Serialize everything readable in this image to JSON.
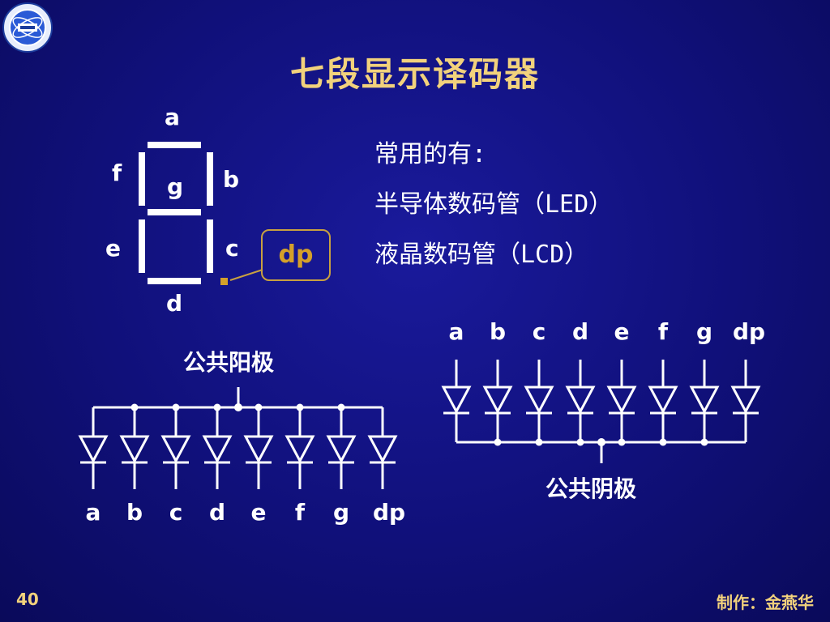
{
  "title": "七段显示译码器",
  "segment_labels": {
    "a": "a",
    "b": "b",
    "c": "c",
    "d": "d",
    "e": "e",
    "f": "f",
    "g": "g"
  },
  "dp_callout": "dp",
  "text_lines": [
    "常用的有:",
    "半导体数码管（LED）",
    "液晶数码管（LCD）"
  ],
  "anode_label": "公共阳极",
  "cathode_label": "公共阴极",
  "anode_pins": [
    "a",
    "b",
    "c",
    "d",
    "e",
    "f",
    "g",
    "dp"
  ],
  "cathode_pins": [
    "a",
    "b",
    "c",
    "d",
    "e",
    "f",
    "g",
    "dp"
  ],
  "page_number": "40",
  "author": "制作：金燕华",
  "colors": {
    "background": "#10107a",
    "title": "#f2d27c",
    "accent": "#d4a02a"
  }
}
